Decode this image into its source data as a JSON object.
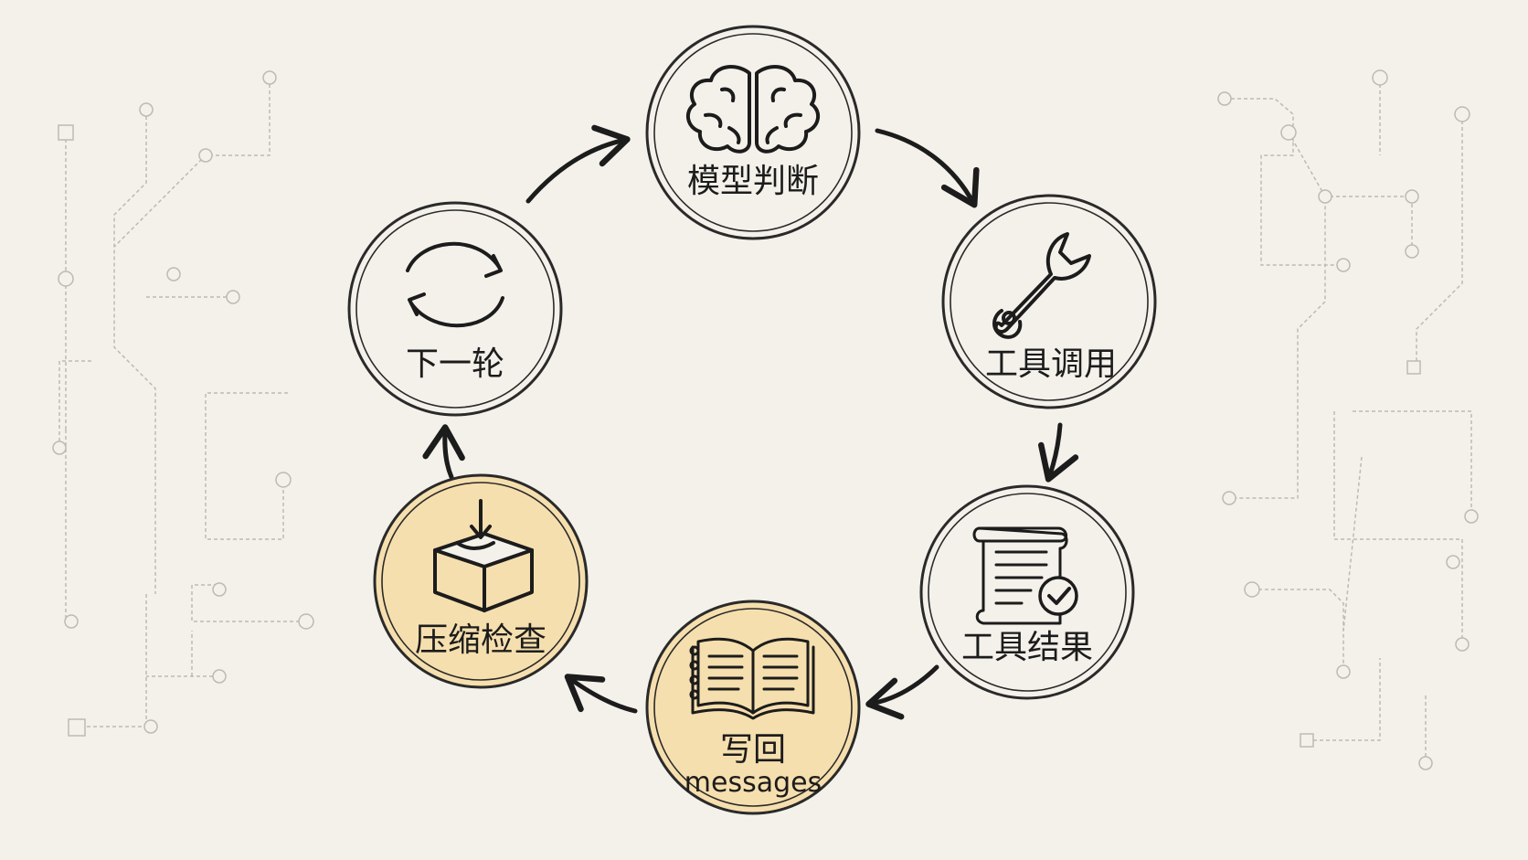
{
  "diagram": {
    "nodes": [
      {
        "id": "model",
        "label": "模型判断",
        "icon": "brain-icon"
      },
      {
        "id": "tool-call",
        "label": "工具调用",
        "icon": "wrench-icon"
      },
      {
        "id": "tool-result",
        "label": "工具结果",
        "icon": "document-check-icon"
      },
      {
        "id": "write-back",
        "label": "写回",
        "label2": "messages",
        "icon": "open-book-icon",
        "highlighted": true
      },
      {
        "id": "compress",
        "label": "压缩检查",
        "icon": "box-down-arrow-icon",
        "highlighted": true
      },
      {
        "id": "next",
        "label": "下一轮",
        "icon": "refresh-icon"
      }
    ],
    "edges": [
      {
        "from": "model",
        "to": "tool-call"
      },
      {
        "from": "tool-call",
        "to": "tool-result"
      },
      {
        "from": "tool-result",
        "to": "write-back"
      },
      {
        "from": "write-back",
        "to": "compress"
      },
      {
        "from": "compress",
        "to": "next"
      },
      {
        "from": "next",
        "to": "model"
      }
    ],
    "colors": {
      "background": "#f3f1ea",
      "node_fill": "#f3f1ea",
      "highlight_fill": "#f6dfae",
      "stroke": "#1c1c1c",
      "circuit": "#bdbab1"
    }
  }
}
